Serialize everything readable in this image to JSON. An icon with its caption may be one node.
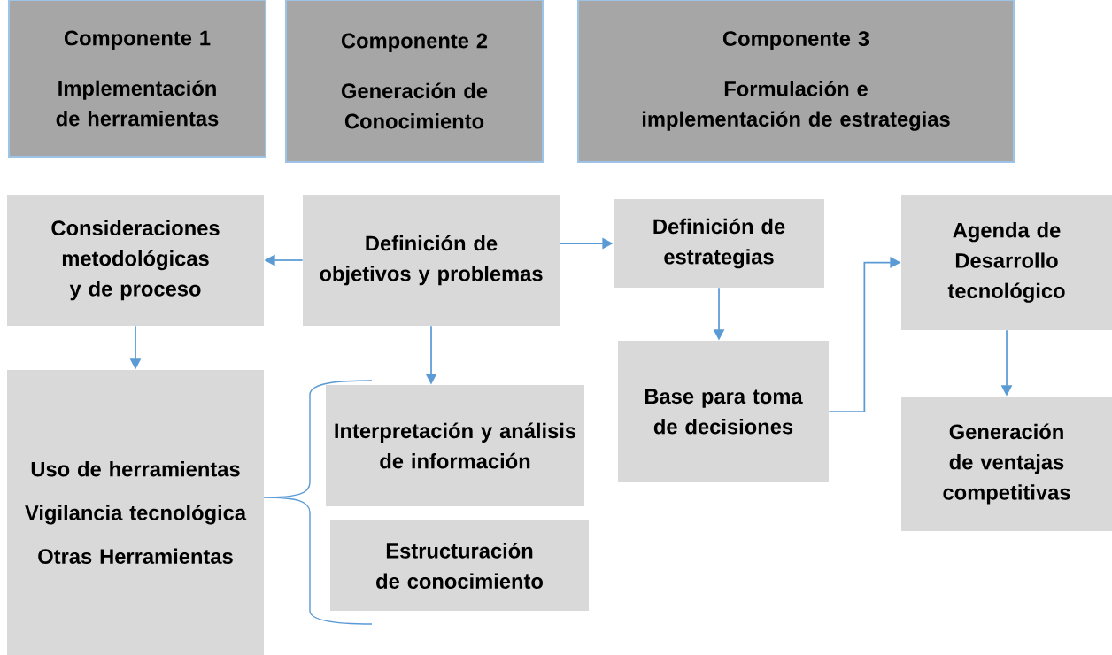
{
  "diagram": {
    "nodes": [
      {
        "text": [
          "Componente 1",
          "Implementación de herramientas"
        ]
      },
      {
        "text": [
          "Componente 2",
          "Generación de Conocimiento"
        ]
      },
      {
        "text": [
          "Componente 3",
          "Formulación e implementación de estrategias"
        ]
      },
      {
        "text": [
          "Consideraciones metodológicas y de proceso"
        ]
      },
      {
        "text": [
          "Definición de objetivos y problemas"
        ]
      },
      {
        "text": [
          "Definición de estrategias"
        ]
      },
      {
        "text": [
          "Agenda de Desarrollo tecnológico"
        ]
      },
      {
        "text": [
          "Base para toma de decisiones"
        ]
      },
      {
        "text": [
          "Uso de herramientas",
          "Vigilancia tecnológica",
          "Otras Herramientas"
        ]
      },
      {
        "text": [
          "Interpretación y análisis de información"
        ]
      },
      {
        "text": [
          "Estructuración de conocimiento"
        ]
      },
      {
        "text": [
          "Generación de ventajas competitivas"
        ]
      }
    ],
    "edges": [
      {
        "from": 4,
        "to": 3,
        "arrow": "to"
      },
      {
        "from": 4,
        "to": 5,
        "arrow": "to"
      },
      {
        "from": 3,
        "to": 8,
        "arrow": "to"
      },
      {
        "from": 4,
        "to": 9,
        "arrow": "to"
      },
      {
        "from": 5,
        "to": 7,
        "arrow": "to"
      },
      {
        "from": 7,
        "to": 6,
        "arrow": "to"
      },
      {
        "from": 6,
        "to": 11,
        "arrow": "to"
      }
    ]
  }
}
